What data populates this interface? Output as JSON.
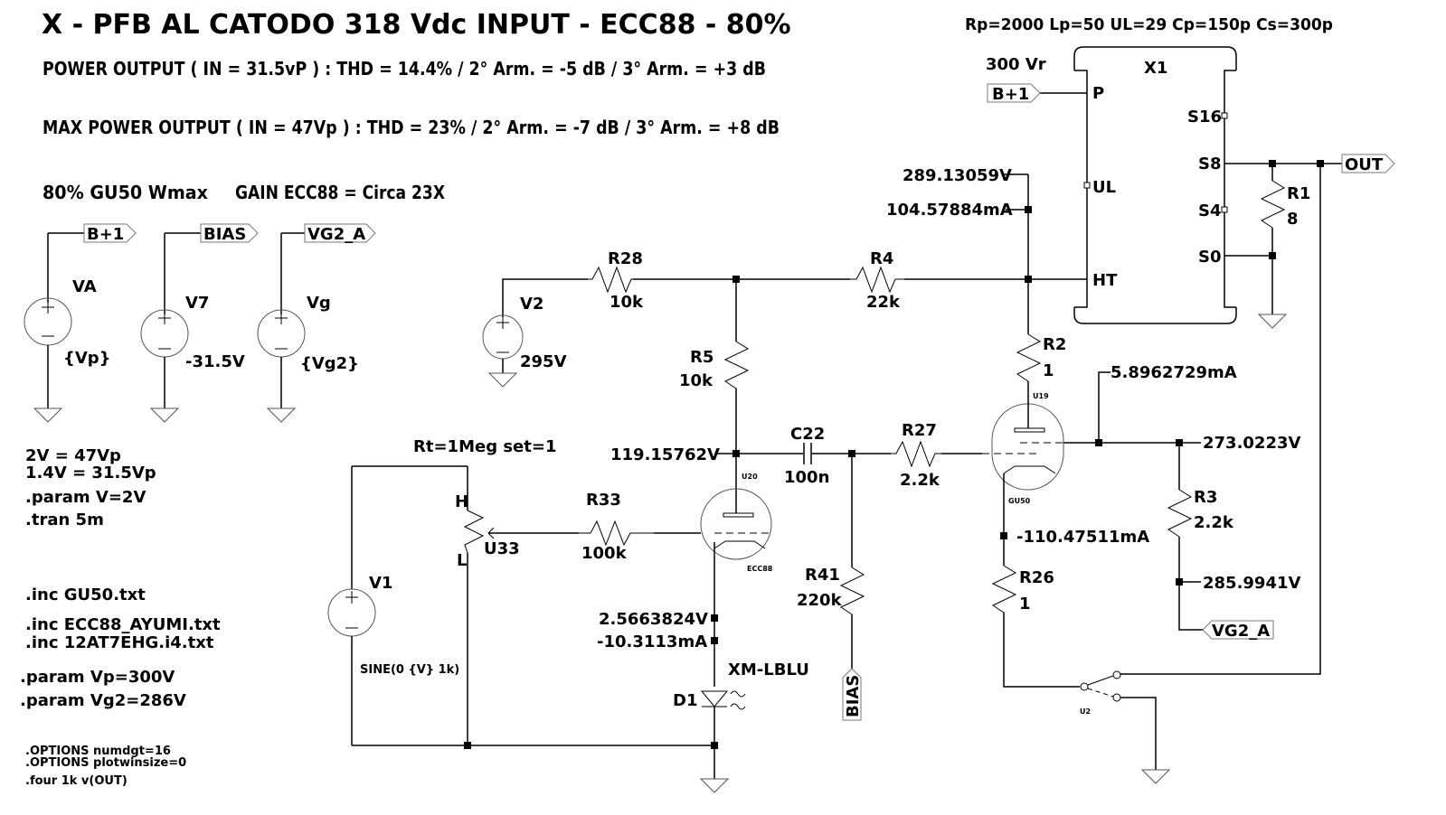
{
  "title": "X - PFB AL CATODO 318 Vdc INPUT - ECC88 - 80%",
  "notes": {
    "power_output": "POWER OUTPUT ( IN = 31.5vP )  : THD = 14.4% / 2° Arm. = -5 dB / 3° Arm. = +3 dB",
    "max_power_output": "MAX POWER OUTPUT  ( IN = 47Vp ) : THD = 23% / 2° Arm. = -7 dB / 3° Arm. = +8 dB",
    "gu50_wmax": "80% GU50 Wmax",
    "gain": "GAIN ECC88 = Circa 23X",
    "transformer_params": "Rp=2000 Lp=50 UL=29 Cp=150p Cs=300p",
    "transformer_vr": "300 Vr"
  },
  "directives": [
    "2V = 47Vp",
    "1.4V = 31.5Vp",
    ".param V=2V",
    ".tran 5m",
    ".inc GU50.txt",
    ".inc ECC88_AYUMI.txt",
    ".inc 12AT7EHG.i4.txt",
    ".param Vp=300V",
    ".param Vg2=286V",
    ".OPTIONS numdgt=16",
    ".OPTIONS plotwinsize=0",
    ".four 1k v(OUT)"
  ],
  "net_labels": {
    "b_plus": "B+1",
    "bias": "BIAS",
    "vg2_a": "VG2_A",
    "out": "OUT"
  },
  "sources": {
    "va": {
      "name": "VA",
      "value": "{Vp}"
    },
    "v7": {
      "name": "V7",
      "value": "-31.5V"
    },
    "vg": {
      "name": "Vg",
      "value": "{Vg2}"
    },
    "v2": {
      "name": "V2",
      "value": "295V"
    },
    "v1": {
      "name": "V1",
      "value": "SINE(0 {V} 1k)"
    }
  },
  "components": {
    "r28": {
      "name": "R28",
      "value": "10k"
    },
    "r4": {
      "name": "R4",
      "value": "22k"
    },
    "r5": {
      "name": "R5",
      "value": "10k"
    },
    "r2": {
      "name": "R2",
      "value": "1"
    },
    "r1": {
      "name": "R1",
      "value": "8"
    },
    "r3": {
      "name": "R3",
      "value": "2.2k"
    },
    "r26": {
      "name": "R26",
      "value": "1"
    },
    "r27": {
      "name": "R27",
      "value": "2.2k"
    },
    "r33": {
      "name": "R33",
      "value": "100k"
    },
    "r41": {
      "name": "R41",
      "value": "220k"
    },
    "c22": {
      "name": "C22",
      "value": "100n"
    },
    "d1": {
      "name": "D1",
      "value": "XM-LBLU"
    },
    "u33": {
      "name": "U33",
      "params": "Rt=1Meg set=1",
      "pin_h": "H",
      "pin_l": "L"
    },
    "u20": {
      "name": "U20",
      "model": "ECC88"
    },
    "u19": {
      "name": "U19",
      "model": "GU50"
    },
    "u2": {
      "name": "U2"
    },
    "x1": {
      "name": "X1",
      "pins": {
        "p": "P",
        "ul": "UL",
        "ht": "HT",
        "s16": "S16",
        "s8": "S8",
        "s4": "S4",
        "s0": "S0"
      }
    }
  },
  "operating_points": {
    "op_289v": "289.13059V",
    "op_104ma": "104.57884mA",
    "op_119v": "119.15762V",
    "op_5_89ma": "5.8962729mA",
    "op_273v": "273.0223V",
    "op_neg110ma": "-110.47511mA",
    "op_285v": "285.9941V",
    "op_2_56v": "2.5663824V",
    "op_neg10ma": "-10.3113mA"
  }
}
